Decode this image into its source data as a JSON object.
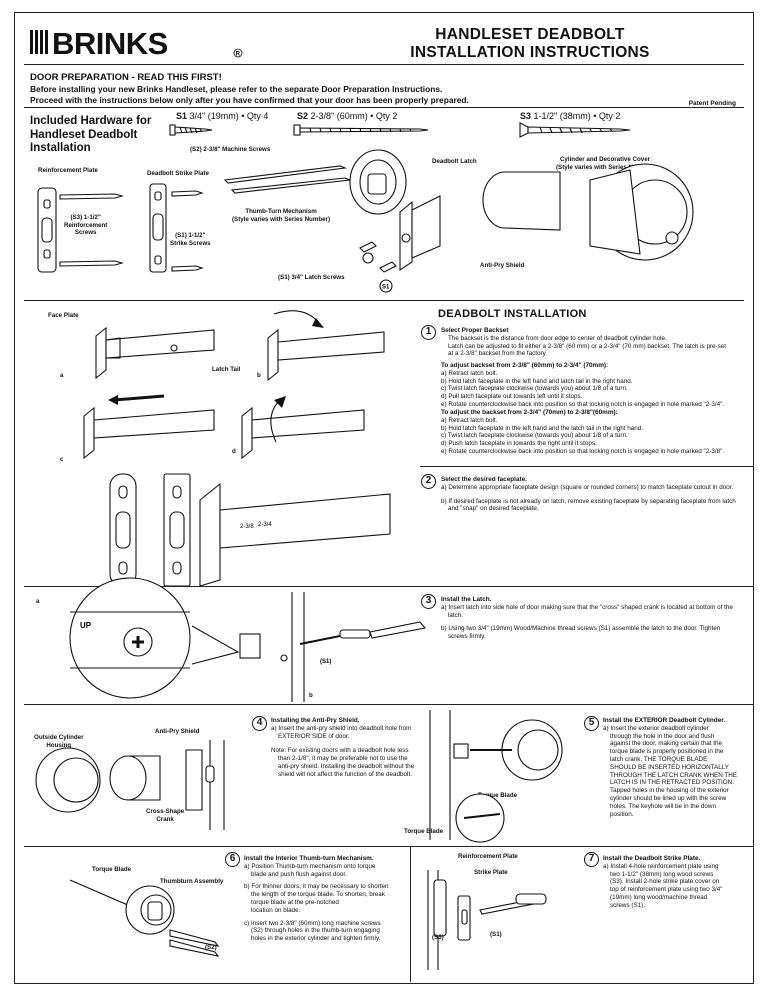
{
  "brand": "BRINKS",
  "title_line1": "HANDLESET DEADBOLT",
  "title_line2": "INSTALLATION INSTRUCTIONS",
  "door_prep": {
    "heading": "DOOR PREPARATION - READ THIS FIRST!",
    "line1": "Before installing your new Brinks Handleset, please refer to the separate Door Preparation Instructions.",
    "line2": "Proceed with the instructions below only after you have confirmed that your door has been properly prepared."
  },
  "patent": "Patent Pending",
  "hardware": {
    "title1": "Included Hardware for",
    "title2": "Handleset Deadbolt",
    "title3": "Installation",
    "s1_code": "S1",
    "s1_desc": "3/4\" (19mm) • Qty 4",
    "s2_code": "S2",
    "s2_desc": "2-3/8\" (60mm) • Qty 2",
    "s3_code": "S3",
    "s3_desc": "1-1/2\" (38mm) • Qty 2"
  },
  "exploded": {
    "machine_screws": "(S2) 2-3/8\" Machine Screws",
    "reinforcement_plate": "Reinforcement Plate",
    "strike_plate": "Deadbolt Strike Plate",
    "reinf_screws1": "(S3) 1-1/2\"",
    "reinf_screws2": "Reinforcement",
    "reinf_screws3": "Screws",
    "strike_screws1": "(S1) 1-1/2\"",
    "strike_screws2": "Strike Screws",
    "thumb_turn1": "Thumb-Turn Mechanism",
    "thumb_turn2": "(Style varies with Series Number)",
    "deadbolt_latch": "Deadbolt Latch",
    "cylinder1": "Cylinder and Decorative Cover",
    "cylinder2": "(Style varies with Series Number)",
    "anti_pry": "Anti-Pry Shield",
    "latch_screws": "(S1) 3/4\" Latch Screws",
    "s1_badge": "S1"
  },
  "install": {
    "heading": "DEADBOLT INSTALLATION",
    "face_plate": "Face Plate",
    "latch_tail": "Latch Tail",
    "lbl_a": "a",
    "lbl_b": "b",
    "lbl_c": "c",
    "lbl_d": "d",
    "step1": {
      "num": "1",
      "title": "Select Proper Backset",
      "body1": "The backset is the distance from door edge to center of deadbolt cylinder hole.",
      "body2": "Latch can be adjusted to fit either a 2-3/8\" (60 mm) or a 2-3/4\" (70 mm) backset.  The latch is pre-set",
      "body3": "at a 2-3/8\" backset from the factory.",
      "adj1_title": "To adjust backset  from 2-3/8\" (60mm)  to 2-3/4\" (70mm):",
      "adj1_a": "a) Retract latch bolt.",
      "adj1_b": "b) Hold latch faceplate in the left hand and latch tail in the right hand.",
      "adj1_c": "c) Twist latch faceplate clockwise (towards you) about 1/8 of a turn.",
      "adj1_d": "d) Pull latch faceplate out towards left until it stops.",
      "adj1_e": "e) Rotate counterclockwise back into position so that locking notch is engaged in hole marked \"2-3/4\".",
      "adj2_title": "To adjust the backset from 2-3/4\" (70mm)  to 2-3/8\"(60mm):",
      "adj2_a": "a) Retract latch bolt.",
      "adj2_b": "b) Hold latch faceplate in the left hand and the latch tail in the right hand.",
      "adj2_c": "c) Twist latch faceplate clockwise (towards you) about 1/8 of a turn.",
      "adj2_d": "d) Push latch faceplate in towards the right until it stops.",
      "adj2_e": "e) Rotate counterclockwise back into position so that locking notch is engaged in hole marked \"2-3/8\"."
    },
    "step2": {
      "num": "2",
      "title": "Select the desired faceplate.",
      "a": "a) Determine appropriate faceplate design (square or rounded corners) to match faceplate cutout in door.",
      "b1": "b) If desired faceplate is not already on latch, remove existing faceplate by separating faceplate from latch",
      "b2": "and \"snap\" on desired faceplate.",
      "label_238": "2-3/8",
      "label_234": "2-3/4"
    },
    "step3": {
      "num": "3",
      "title": "Install the Latch.",
      "a1": "a) Insert latch into side hole of door making sure that the \"cross\" shaped crank is located at bottom of the",
      "a2": "latch.",
      "b1": "b) Using two 3/4\"  (19mm) Wood/Machine thread screws (S1) assemble the latch to the door.  Tighten",
      "b2": "screws firmly.",
      "up": "UP",
      "s1": "(S1)",
      "lbl_a": "a",
      "lbl_b": "b"
    },
    "step4": {
      "num": "4",
      "title": "Installing the Anti-Pry Shield.",
      "a1": "a) Insert the anti-pry shield into deadbolt hole from",
      "a2": "EXTERIOR SIDE of door.",
      "note1": "Note: For existing doors with a deadbolt hole less",
      "note2": "than 2-1/8\", it may be preferable not to use the",
      "note3": "anti-pry shield. Installing the deadbolt without the",
      "note4": "shield will not affect the function of the deadbolt.",
      "outside_cyl1": "Outside Cylinder",
      "outside_cyl2": "Housing",
      "anti_pry": "Anti-Pry Shield",
      "cross_crank1": "Cross-Shape",
      "cross_crank2": "Crank"
    },
    "step5": {
      "num": "5",
      "title": "Install the EXTERIOR Deadbolt Cylinder.",
      "a1": "a) Insert the exterior deadbolt cylinder",
      "a2": "through the hole in the door and flush",
      "a3": "against the door, making certain that the",
      "a4": "torque blade is properly positioned in the",
      "a5": "latch crank.  THE TORQUE BLADE",
      "a6": "SHOULD BE INSERTED HORIZONTALLY",
      "a7": "THROUGH THE LATCH CRANK WHEN THE",
      "a8": "LATCH IS IN THE RETRACTED POSITION.",
      "a9": "Tapped holes in the housing of the exterior",
      "a10": "cylinder should be lined up with the screw",
      "a11": "holes.  The keyhole will be in the down",
      "a12": "position.",
      "torque_blade": "Torque Blade",
      "torque_blade2": "Torque Blade"
    },
    "step6": {
      "num": "6",
      "title": "Install the Interior Thumb-turn Mechanism.",
      "a1": "a) Position Thumb-turn mechanism onto torque",
      "a2": "blade and push flush against door.",
      "b1": "b) For thinner doors, it may be necessary to shorten",
      "b2": "the length of the torque blade.  To shorten, break",
      "b3": "torque blade at the pre-notched",
      "b4": "location on blade.",
      "c1": "c) Insert two 2-3/8\" (60mm) long machine screws",
      "c2": "(S2) through holes in the thumb-turn engaging",
      "c3": "holes in the exterior cylinder and tighten firmly.",
      "torque_blade": "Torque Blade",
      "thumbturn": "Thumbturn Assembly",
      "s2": "(S2)"
    },
    "step7": {
      "num": "7",
      "title": "Install the Deadbolt Strike Plate.",
      "a1": "a) Install 4-hole reinforcement plate using",
      "a2": "two 1-1/2\" (38mm) long wood screws",
      "a3": "(S3).  Install 2-hole strike plate cover on",
      "a4": "top of reinforcement plate using two 3/4\"",
      "a5": "(19mm) long wood/machine thread",
      "a6": "screws (S1).",
      "reinf": "Reinforcement Plate",
      "strike": "Strike Plate",
      "s3": "(S3)",
      "s1": "(S1)"
    }
  }
}
